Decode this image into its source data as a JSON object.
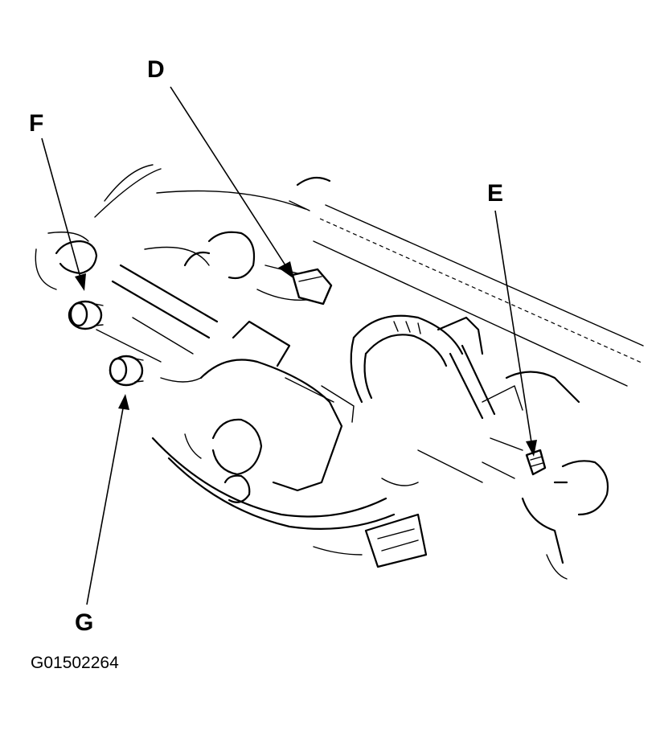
{
  "callouts": {
    "d": "D",
    "e": "E",
    "f": "F",
    "g": "G"
  },
  "figure_id": "G01502264",
  "colors": {
    "ink": "#000000",
    "paper": "#ffffff"
  }
}
